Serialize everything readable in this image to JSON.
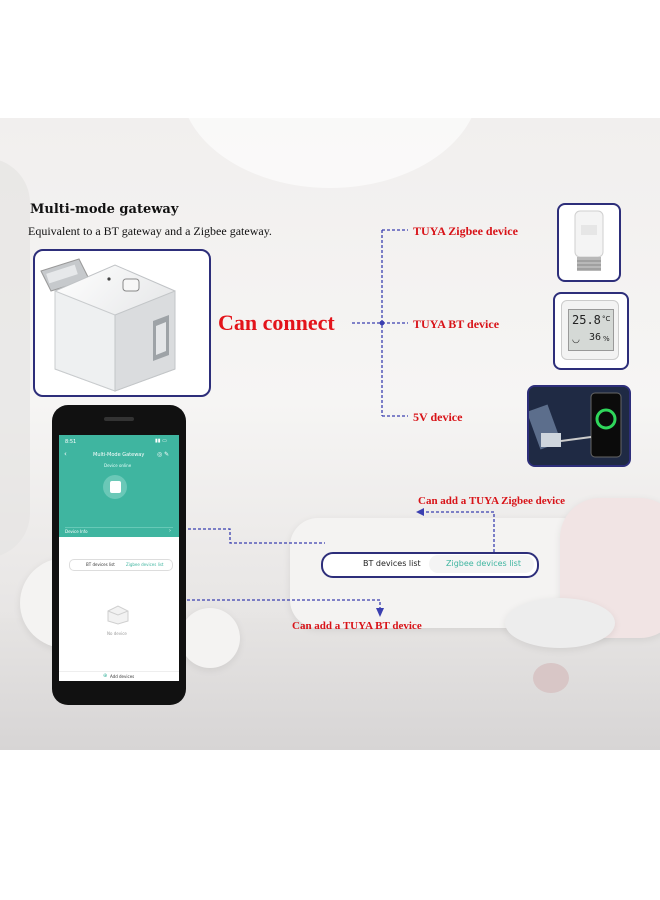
{
  "header": {
    "title": "Multi-mode gateway",
    "subtitle": "Equivalent to a BT gateway and a Zigbee gateway."
  },
  "connect": {
    "label": "Can connect",
    "devices": [
      "TUYA Zigbee device",
      "TUYA BT device",
      "5V  device"
    ]
  },
  "thermometer": {
    "temp": "25.8",
    "unit": "°C",
    "humidity": "36",
    "humidity_unit": "%"
  },
  "phone": {
    "time": "8:51",
    "app_title": "Multi-Mode Gateway",
    "status": "Device online",
    "device_info": "Device Info",
    "tab_bt": "BT devices list",
    "tab_zigbee": "Zigbee devices list",
    "empty": "No device",
    "add": "Add devices"
  },
  "tabs_large": {
    "bt": "BT devices list",
    "zigbee": "Zigbee devices list"
  },
  "annotations": {
    "zigbee": "Can add a TUYA Zigbee device",
    "bt": "Can add a TUYA BT device"
  },
  "colors": {
    "red": "#e3141b",
    "navy": "#2d2e7a",
    "teal": "#3fb5a0",
    "dash": "#3a3fb0"
  }
}
